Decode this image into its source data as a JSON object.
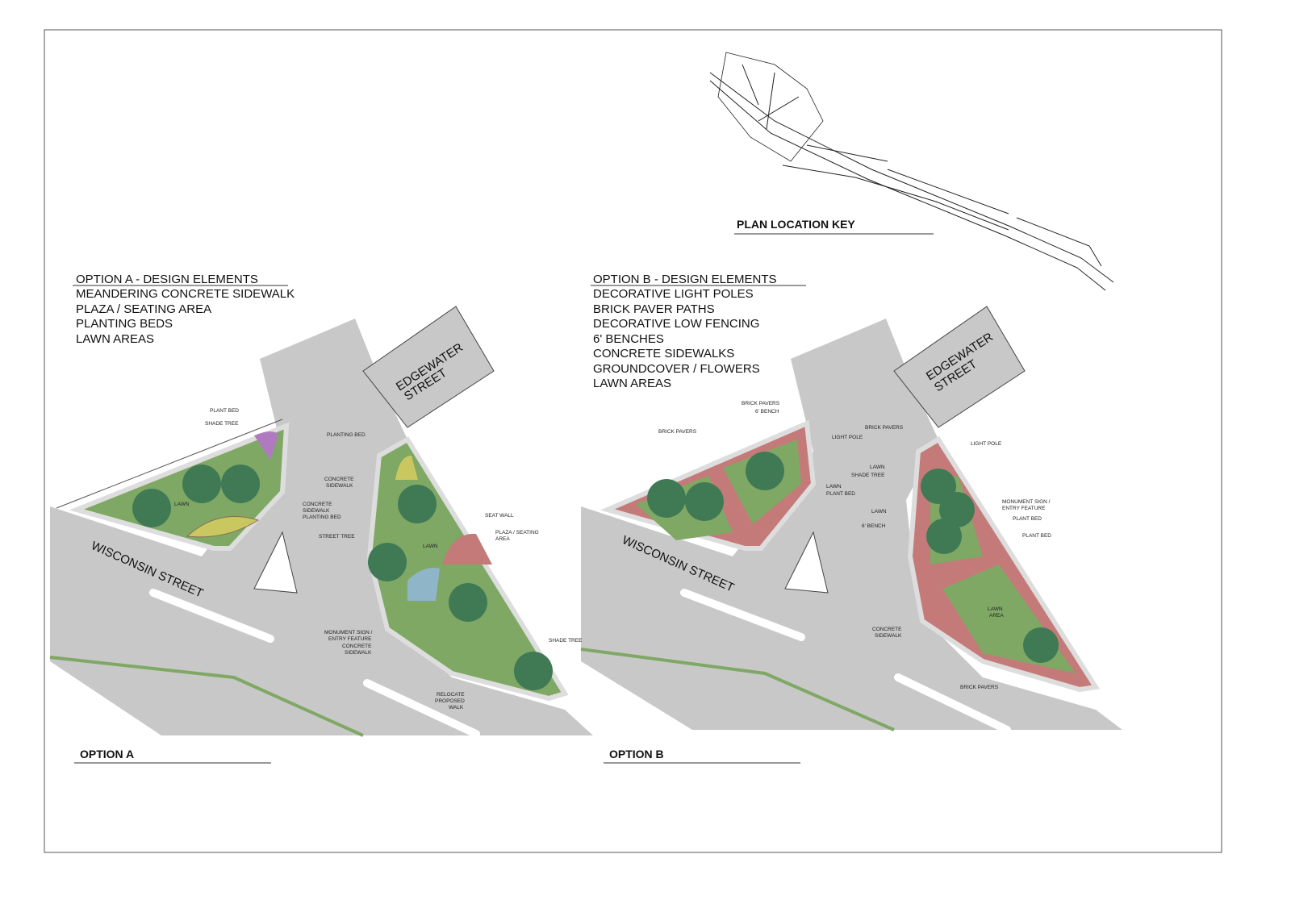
{
  "location_key": {
    "title": "PLAN LOCATION KEY"
  },
  "option_a": {
    "title": "OPTION A",
    "heading": "OPTION A - DESIGN ELEMENTS",
    "elements": [
      "MEANDERING CONCRETE SIDEWALK",
      "PLAZA / SEATING AREA",
      "PLANTING BEDS",
      "LAWN AREAS"
    ],
    "streets": {
      "wisconsin": "WISCONSIN STREET",
      "edgewater_1": "EDGEWATER",
      "edgewater_2": "STREET"
    },
    "labels": [
      "PLANT BED",
      "SHADE TREE",
      "LAWN",
      "CONCRETE",
      "SIDEWALK",
      "PLANTING BED",
      "PLANTING BED",
      "CONCRETE",
      "SIDEWALK",
      "STREET TREE",
      "SEAT WALL",
      "PLAZA / SEATING",
      "AREA",
      "LAWN",
      "MONUMENT SIGN /",
      "ENTRY FEATURE",
      "CONCRETE",
      "SIDEWALK",
      "SHADE TREE",
      "RELOCATE",
      "PROPOSED",
      "WALK"
    ]
  },
  "option_b": {
    "title": "OPTION B",
    "heading": "OPTION B - DESIGN ELEMENTS",
    "elements": [
      "DECORATIVE LIGHT POLES",
      "BRICK PAVER PATHS",
      "DECORATIVE LOW FENCING",
      "6' BENCHES",
      "CONCRETE SIDEWALKS",
      "GROUNDCOVER / FLOWERS",
      "LAWN AREAS"
    ],
    "streets": {
      "wisconsin": "WISCONSIN STREET",
      "edgewater_1": "EDGEWATER",
      "edgewater_2": "STREET"
    },
    "labels": [
      "BRICK PAVERS",
      "6' BENCH",
      "BRICK PAVERS",
      "LIGHT POLE",
      "LAWN",
      "PLANT BED",
      "BRICK PAVERS",
      "LIGHT POLE",
      "LAWN",
      "SHADE TREE",
      "LAWN",
      "6' BENCH",
      "MONUMENT SIGN /",
      "ENTRY FEATURE",
      "PLANT BED",
      "PLANT BED",
      "LAWN",
      "AREA",
      "CONCRETE",
      "SIDEWALK",
      "BRICK PAVERS"
    ]
  },
  "colors": {
    "road": "#c8c8c8",
    "lawn": "#7fa865",
    "tree": "#3f7a55",
    "pavers": "#c47a78",
    "sidewalk": "#e2e2dc",
    "bed_purple": "#b07ac0",
    "bed_yellow": "#c9c860"
  }
}
